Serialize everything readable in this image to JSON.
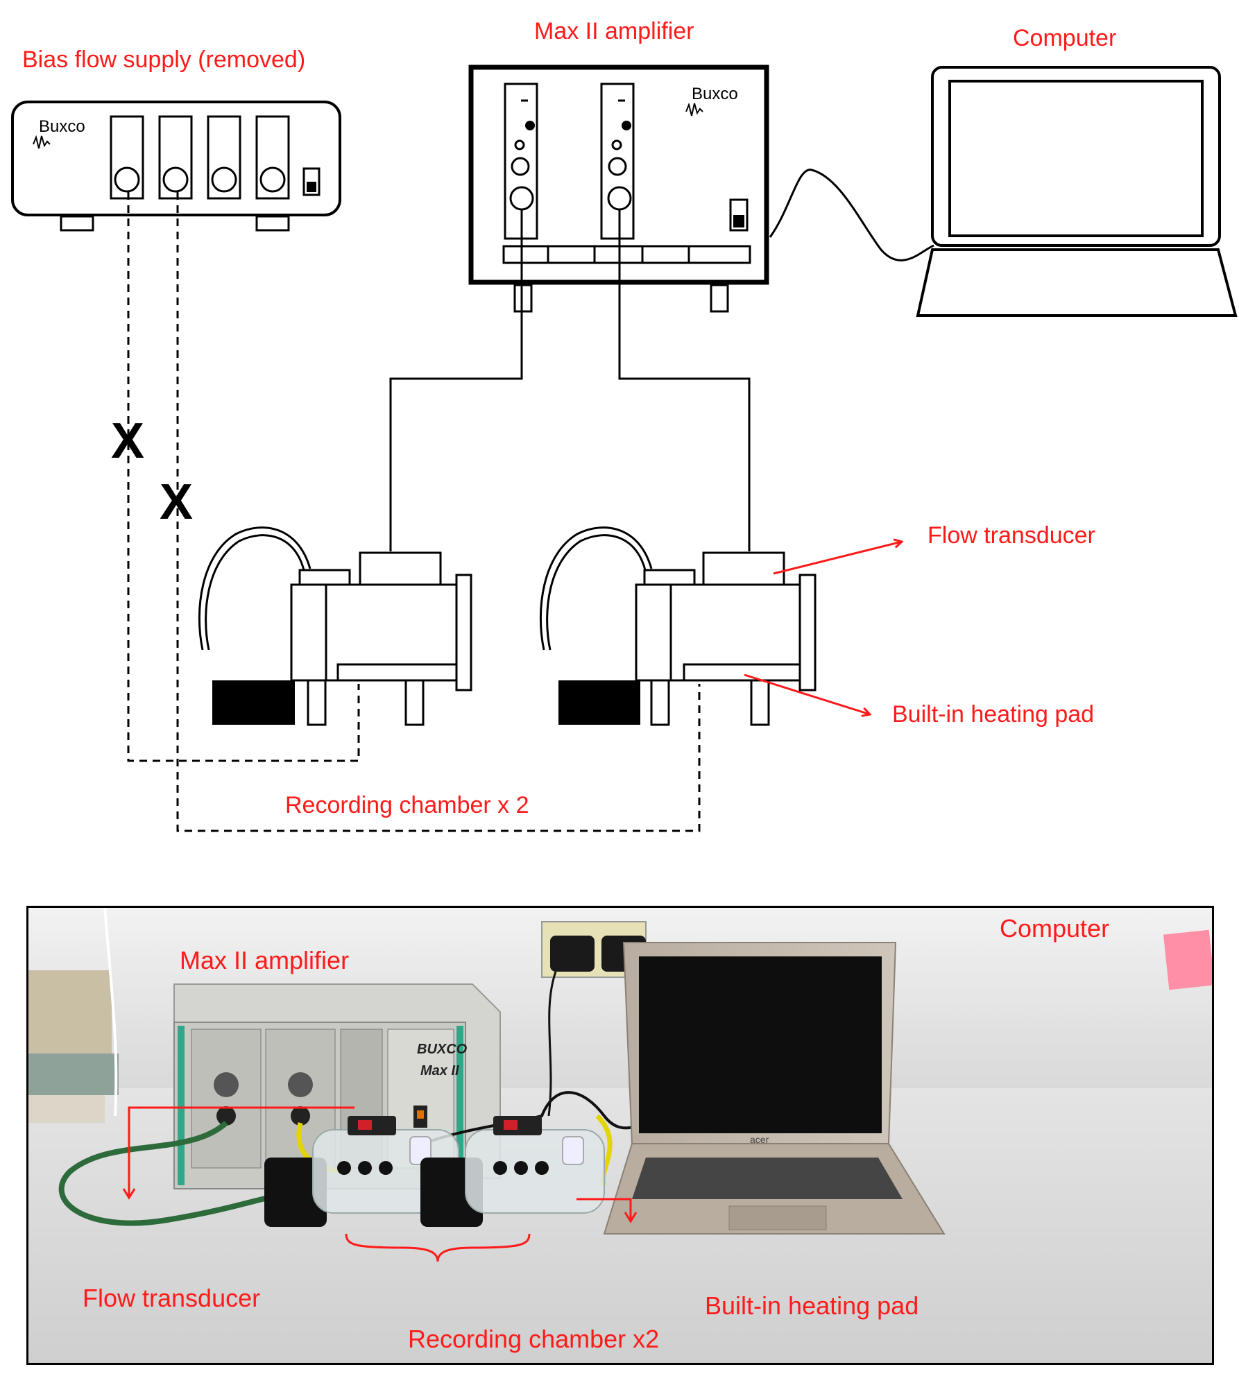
{
  "diagram": {
    "labels": {
      "bias_flow_supply": "Bias flow supply (removed)",
      "max_amplifier": "Max II amplifier",
      "computer": "Computer",
      "flow_transducer": "Flow transducer",
      "heating_pad": "Built-in heating pad",
      "recording_chamber": "Recording chamber x 2"
    },
    "logo_text": "Buxco",
    "removed_marks": [
      "X",
      "X"
    ],
    "colors": {
      "label": "#ff1a1a",
      "line": "#000000",
      "arrow": "#ff1a1a"
    }
  },
  "photo": {
    "labels": {
      "max_amplifier": "Max II amplifier",
      "computer": "Computer",
      "flow_transducer": "Flow transducer",
      "heating_pad": "Built-in heating pad",
      "recording_chamber": "Recording chamber x2"
    },
    "device_brand": "BUXCO",
    "device_model": "Max II",
    "laptop_brand": "acer"
  }
}
